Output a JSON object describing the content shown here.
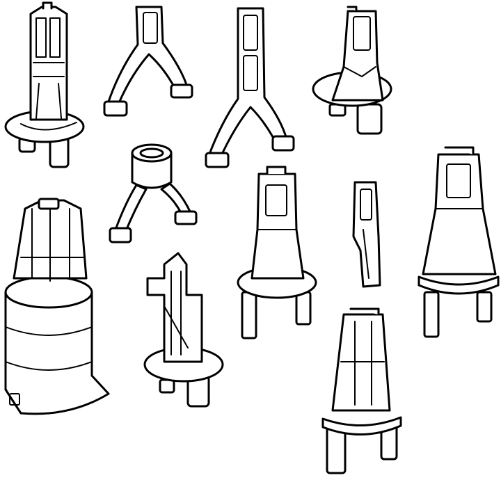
{
  "drawing": {
    "background": "#ffffff",
    "line_color": "#000000",
    "parts": [
      {
        "name": "holder-tall-round-base"
      },
      {
        "name": "holder-fork-small"
      },
      {
        "name": "holder-fork-tall"
      },
      {
        "name": "holder-short-round-base"
      },
      {
        "name": "holder-ring-tripod"
      },
      {
        "name": "holder-float-cage-large"
      },
      {
        "name": "holder-stepped-round-base"
      },
      {
        "name": "holder-cap-round-base"
      },
      {
        "name": "clip-slim"
      },
      {
        "name": "holder-tall-right-base"
      },
      {
        "name": "holder-long-legs"
      }
    ]
  }
}
